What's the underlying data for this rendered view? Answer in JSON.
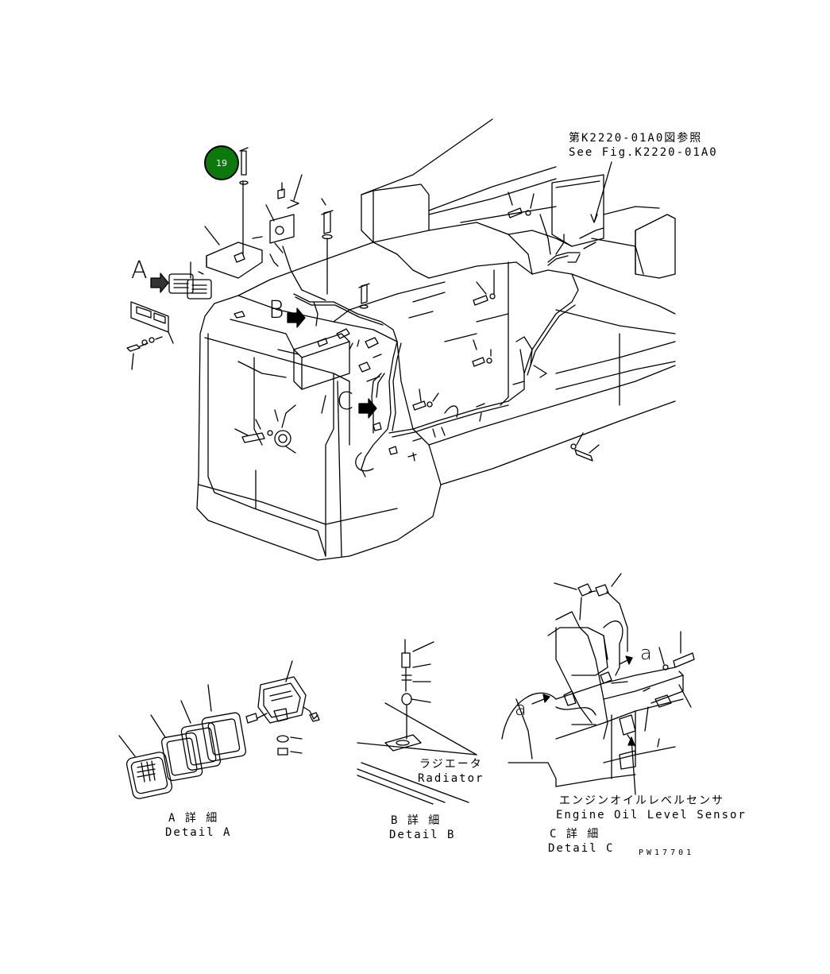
{
  "callout": {
    "number": "19"
  },
  "reference": {
    "jp": "第K2220-01A0図参照",
    "en": "See Fig.K2220-01A0"
  },
  "view_letters": {
    "a_main": "A",
    "b_main": "B",
    "c_main": "C",
    "a_lower_left": "a",
    "a_lower_right": "a"
  },
  "detail_a": {
    "jp": "A 詳 細",
    "en": "Detail A"
  },
  "detail_b": {
    "jp": "B 詳 細",
    "en": "Detail B",
    "part_jp": "ラジエータ",
    "part_en": "Radiator"
  },
  "detail_c": {
    "jp": "C 詳 細",
    "en": "Detail C",
    "part_jp": "エンジンオイルレベルセンサ",
    "part_en": "Engine Oil Level Sensor"
  },
  "drawing_number": "PW17701",
  "colors": {
    "callout_fill": "#0b7a0b",
    "line": "#000000"
  }
}
